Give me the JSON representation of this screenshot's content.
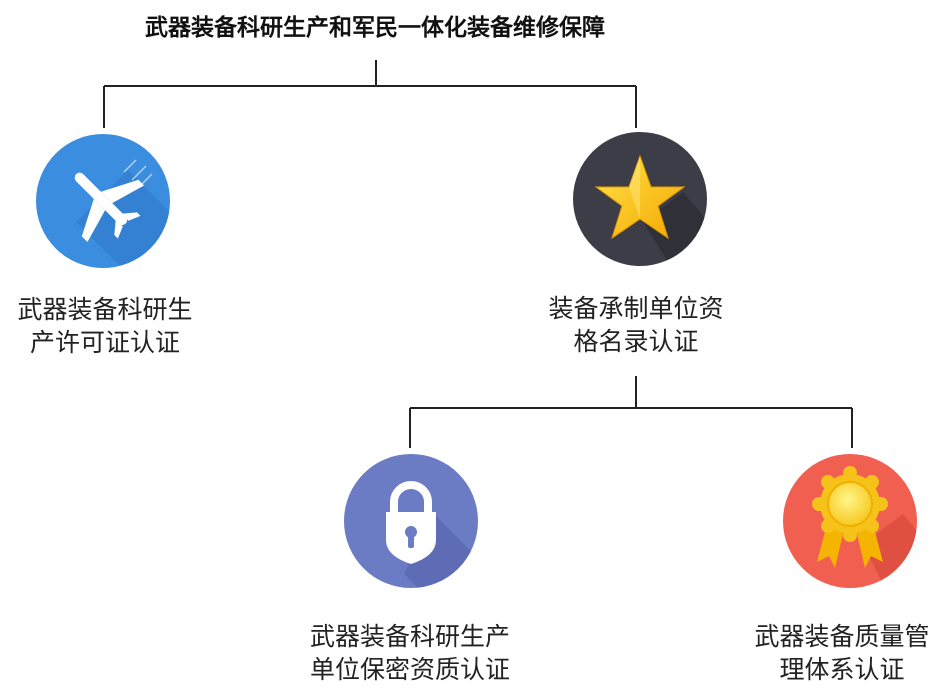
{
  "title": "武器装备科研生产和军民一体化装备维修保障",
  "nodes": {
    "production_license": {
      "line1": "武器装备科研生",
      "line2": "产许可证认证",
      "icon": "airplane-icon",
      "color": "#3b8de0"
    },
    "equipment_contractor": {
      "line1": "装备承制单位资",
      "line2": "格名录认证",
      "icon": "star-icon",
      "color": "#3d3d48"
    },
    "confidentiality": {
      "line1": "武器装备科研生产",
      "line2": "单位保密资质认证",
      "icon": "padlock-icon",
      "color": "#6b7bc4"
    },
    "quality_system": {
      "line1": "武器装备质量管",
      "line2": "理体系认证",
      "icon": "award-badge-icon",
      "color": "#f05f50"
    }
  }
}
